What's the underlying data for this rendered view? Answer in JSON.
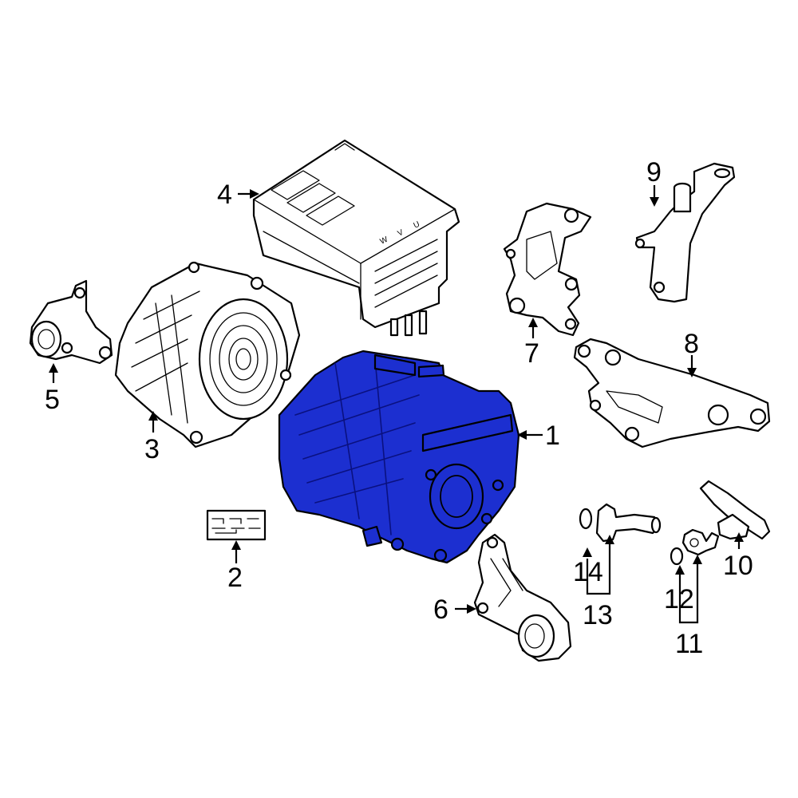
{
  "diagram": {
    "highlight_color": "#1c2fd0",
    "callouts": [
      {
        "id": "1",
        "label": "1"
      },
      {
        "id": "2",
        "label": "2"
      },
      {
        "id": "3",
        "label": "3"
      },
      {
        "id": "4",
        "label": "4"
      },
      {
        "id": "5",
        "label": "5"
      },
      {
        "id": "6",
        "label": "6"
      },
      {
        "id": "7",
        "label": "7"
      },
      {
        "id": "8",
        "label": "8"
      },
      {
        "id": "9",
        "label": "9"
      },
      {
        "id": "10",
        "label": "10"
      },
      {
        "id": "11",
        "label": "11"
      },
      {
        "id": "12",
        "label": "12"
      },
      {
        "id": "13",
        "label": "13"
      },
      {
        "id": "14",
        "label": "14"
      }
    ],
    "inverter_phase_labels": [
      "W",
      "V",
      "U"
    ]
  }
}
